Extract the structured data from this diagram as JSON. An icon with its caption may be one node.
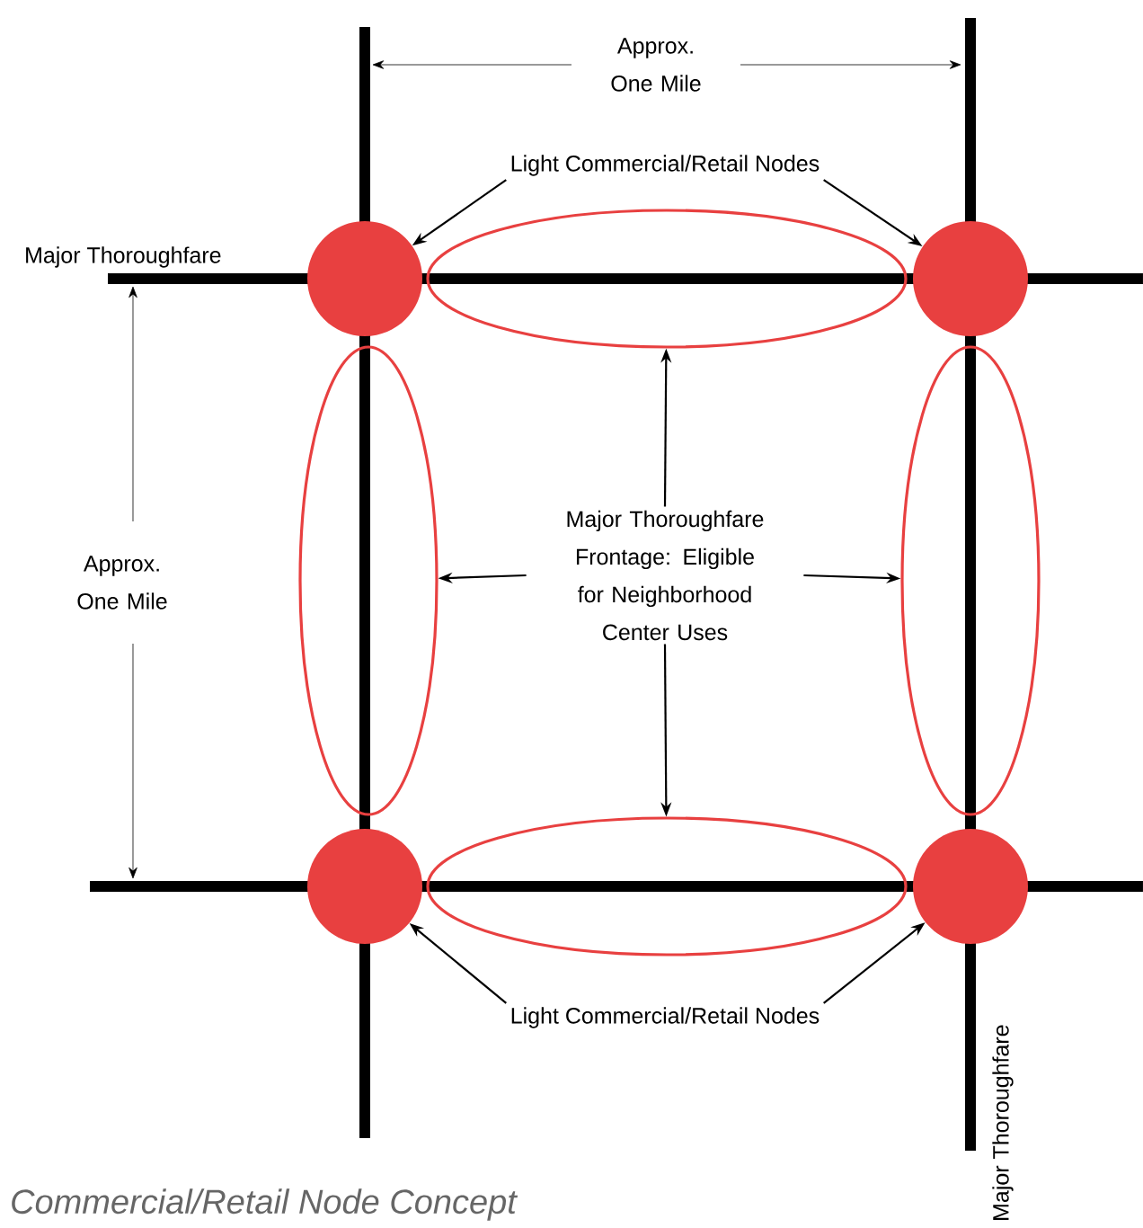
{
  "diagram": {
    "caption": "Commercial/Retail Node Concept",
    "nodes": [
      {
        "text": [
          "Light Commercial/Retail Nodes"
        ]
      },
      {
        "text": [
          "Light Commercial/Retail Nodes"
        ]
      },
      {
        "text": [
          "Major Thoroughfare Frontage: Eligible for Neighborhood Center Uses"
        ]
      },
      {
        "text": [],
        "shape": "circle"
      },
      {
        "text": [],
        "shape": "circle"
      },
      {
        "text": [],
        "shape": "circle"
      },
      {
        "text": [],
        "shape": "circle"
      },
      {
        "text": [],
        "shape": "ellipse"
      },
      {
        "text": [],
        "shape": "ellipse"
      },
      {
        "text": [],
        "shape": "ellipse"
      },
      {
        "text": [],
        "shape": "ellipse"
      }
    ],
    "edges": [
      {
        "from": 0,
        "to": 3,
        "arrow": "to"
      },
      {
        "from": 0,
        "to": 4,
        "arrow": "to"
      },
      {
        "from": 2,
        "to": 7,
        "arrow": "to"
      },
      {
        "from": 2,
        "to": 8,
        "arrow": "to"
      },
      {
        "from": 2,
        "to": 9,
        "arrow": "to"
      },
      {
        "from": 2,
        "to": 10,
        "arrow": "to"
      },
      {
        "from": 1,
        "to": 5,
        "arrow": "to"
      },
      {
        "from": 1,
        "to": 6,
        "arrow": "to"
      }
    ],
    "labels": [
      "Approx. One Mile",
      "Major Thoroughfare",
      "Approx. One Mile",
      "Major Thoroughfare"
    ]
  }
}
